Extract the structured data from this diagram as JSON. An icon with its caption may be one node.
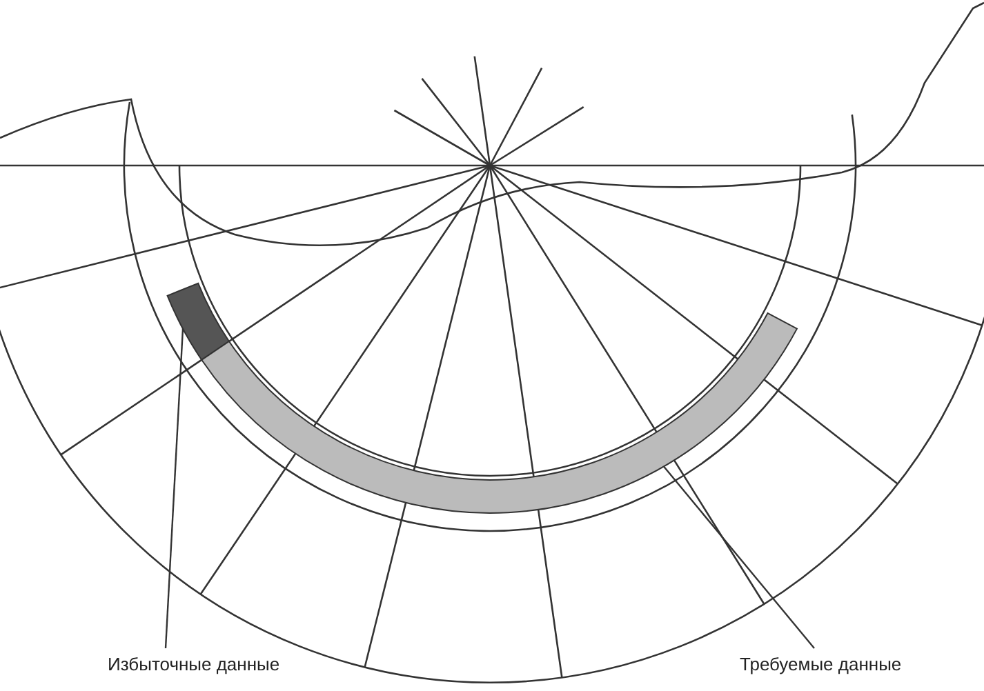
{
  "diagram": {
    "nodes": [
      {
        "text": [
          "Избыточные данные"
        ]
      },
      {
        "text": [
          "Требуемые данные"
        ]
      },
      {
        "text": [],
        "shape": "bar"
      },
      {
        "text": [],
        "shape": "bar"
      }
    ],
    "edges": [
      {
        "from": 0,
        "to": 2,
        "arrow": "none"
      },
      {
        "from": 1,
        "to": 3,
        "arrow": "none"
      }
    ]
  }
}
